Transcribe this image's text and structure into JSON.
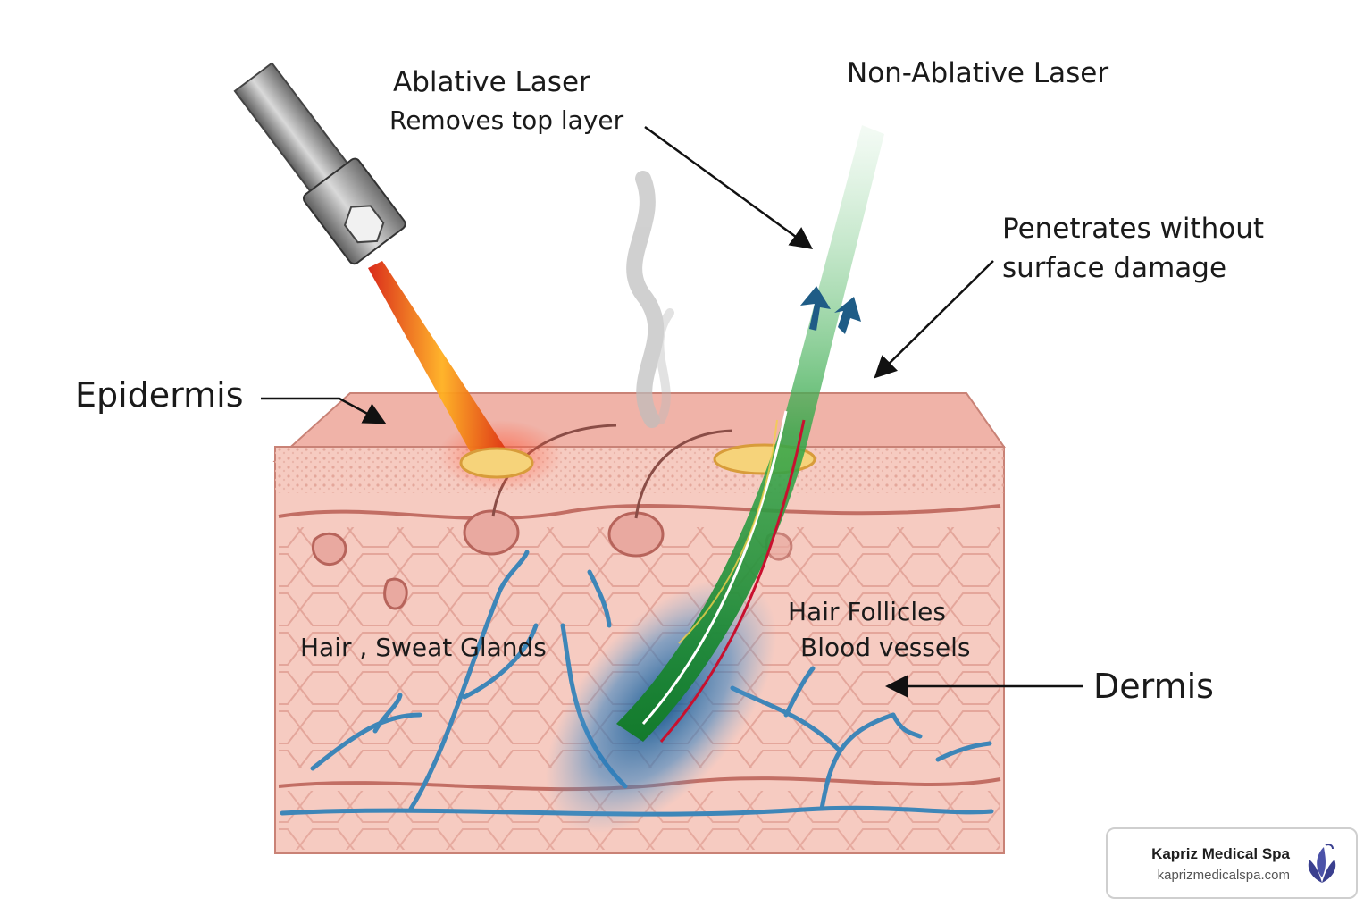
{
  "labels": {
    "ablative_title": "Ablative Laser",
    "ablative_sub": "Removes top layer",
    "non_ablative_title": "Non-Ablative Laser",
    "penetrates_line1": "Penetrates without",
    "penetrates_line2": "surface damage",
    "epidermis": "Epidermis",
    "dermis": "Dermis",
    "hair_sweat": "Hair , Sweat Glands",
    "hair_follicles": "Hair Follicles",
    "blood_vessels": "Blood vessels"
  },
  "brand": {
    "name": "Kapriz Medical Spa",
    "url": "kaprizmedicalspa.com"
  },
  "colors": {
    "skin_top": "#f2b8ae",
    "skin_body": "#f4c6bc",
    "ablative_beam": "#e8361c",
    "non_ablative_beam": "#1f8f3a",
    "absorption_glow": "#1e6fb0",
    "vessels": "#3e86b8",
    "arrow_accent": "#1f5c86",
    "logo": "#3a3f8f"
  }
}
